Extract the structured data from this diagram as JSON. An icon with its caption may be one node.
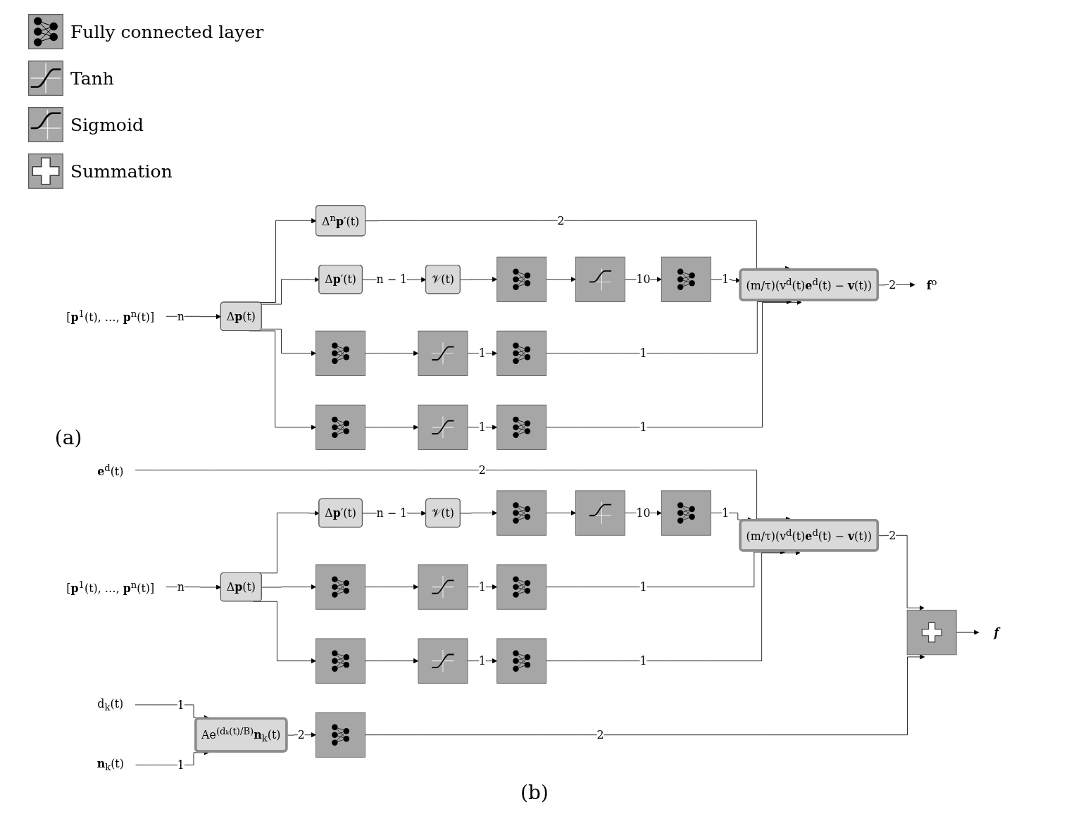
{
  "diagram": {
    "nodes": [
      {
        "text": [
          "Δ$^{n}$**p**′(t)"
        ]
      },
      {
        "text": [
          "[**p**$^{1}$(t), …, **p**$^{n}$(t)]"
        ]
      },
      {
        "text": [
          "Δ**p**(t)"
        ]
      },
      {
        "text": [
          "Δ**p**′(t)"
        ]
      },
      {
        "text": [
          "𝒱(t)"
        ]
      },
      {
        "text": [],
        "shape": "picture"
      },
      {
        "text": [],
        "shape": "picture"
      },
      {
        "text": [],
        "shape": "picture"
      },
      {
        "text": [
          "(m/τ)(v$^{d}$(t)**e**$^{d}$(t) − **v**(t))"
        ]
      },
      {
        "text": [
          "**f**$^{o}$"
        ]
      },
      {
        "text": [],
        "shape": "picture"
      },
      {
        "text": [],
        "shape": "picture"
      },
      {
        "text": [],
        "shape": "picture"
      },
      {
        "text": [],
        "shape": "picture"
      },
      {
        "text": [],
        "shape": "picture"
      },
      {
        "text": [],
        "shape": "picture"
      },
      {
        "text": [
          "**e**$^{d}$(t)"
        ]
      },
      {
        "text": [
          "[**p**$^{1}$(t), …, **p**$^{n}$(t)]"
        ]
      },
      {
        "text": [
          "Δ**p**(t)"
        ]
      },
      {
        "text": [
          "Δ**p**′(t)"
        ]
      },
      {
        "text": [
          "𝒱(t)"
        ]
      },
      {
        "text": [],
        "shape": "picture"
      },
      {
        "text": [],
        "shape": "picture"
      },
      {
        "text": [],
        "shape": "picture"
      },
      {
        "text": [
          "(m/τ)(v$^{d}$(t)**e**$^{d}$(t) − **v**(t))"
        ]
      },
      {
        "text": [],
        "shape": "picture"
      },
      {
        "text": [
          "f"
        ]
      },
      {
        "text": [],
        "shape": "picture"
      },
      {
        "text": [],
        "shape": "picture"
      },
      {
        "text": [],
        "shape": "picture"
      },
      {
        "text": [],
        "shape": "picture"
      },
      {
        "text": [],
        "shape": "picture"
      },
      {
        "text": [],
        "shape": "picture"
      },
      {
        "text": [
          "d$_{k}$(t)"
        ]
      },
      {
        "text": [
          "**n**$_{k}$(t)"
        ]
      },
      {
        "text": [
          "Ae$^{(dₖ(t)/B)}$**n**$_{k}$(t)"
        ]
      },
      {
        "text": [],
        "shape": "picture"
      }
    ],
    "edges": [
      {
        "from": 1,
        "to": 2,
        "arrow": "to",
        "label": "n"
      },
      {
        "from": 2,
        "to": 0,
        "arrow": "to"
      },
      {
        "from": 0,
        "to": 8,
        "arrow": "to",
        "label": "2"
      },
      {
        "from": 2,
        "to": 3,
        "arrow": "to"
      },
      {
        "from": 3,
        "to": 4,
        "arrow": "to",
        "label": "n − 1"
      },
      {
        "from": 4,
        "to": 5,
        "arrow": "to"
      },
      {
        "from": 5,
        "to": 6,
        "arrow": "to"
      },
      {
        "from": 6,
        "to": 7,
        "arrow": "to",
        "label": "10"
      },
      {
        "from": 7,
        "to": 8,
        "arrow": "to",
        "label": "1"
      },
      {
        "from": 8,
        "to": 9,
        "arrow": "to",
        "label": "2"
      },
      {
        "from": 2,
        "to": 10,
        "arrow": "to"
      },
      {
        "from": 10,
        "to": 11,
        "arrow": "to"
      },
      {
        "from": 11,
        "to": 12,
        "arrow": "to",
        "label": "1"
      },
      {
        "from": 12,
        "to": 8,
        "arrow": "to",
        "label": "1"
      },
      {
        "from": 2,
        "to": 13,
        "arrow": "to"
      },
      {
        "from": 13,
        "to": 14,
        "arrow": "to"
      },
      {
        "from": 14,
        "to": 15,
        "arrow": "to",
        "label": "1"
      },
      {
        "from": 15,
        "to": 8,
        "arrow": "to",
        "label": "1"
      },
      {
        "from": 16,
        "to": 24,
        "arrow": "to",
        "label": "2"
      },
      {
        "from": 17,
        "to": 18,
        "arrow": "to",
        "label": "n"
      },
      {
        "from": 18,
        "to": 19,
        "arrow": "to"
      },
      {
        "from": 19,
        "to": 20,
        "arrow": "to",
        "label": "n − 1"
      },
      {
        "from": 20,
        "to": 21,
        "arrow": "to"
      },
      {
        "from": 21,
        "to": 22,
        "arrow": "to"
      },
      {
        "from": 22,
        "to": 23,
        "arrow": "to",
        "label": "10"
      },
      {
        "from": 23,
        "to": 24,
        "arrow": "to",
        "label": "1"
      },
      {
        "from": 24,
        "to": 25,
        "arrow": "to",
        "label": "2"
      },
      {
        "from": 25,
        "to": 26,
        "arrow": "to"
      },
      {
        "from": 18,
        "to": 27,
        "arrow": "to"
      },
      {
        "from": 27,
        "to": 28,
        "arrow": "to"
      },
      {
        "from": 28,
        "to": 29,
        "arrow": "to",
        "label": "1"
      },
      {
        "from": 29,
        "to": 24,
        "arrow": "to",
        "label": "1"
      },
      {
        "from": 18,
        "to": 30,
        "arrow": "to"
      },
      {
        "from": 30,
        "to": 31,
        "arrow": "to"
      },
      {
        "from": 31,
        "to": 32,
        "arrow": "to",
        "label": "1"
      },
      {
        "from": 32,
        "to": 24,
        "arrow": "to",
        "label": "1"
      },
      {
        "from": 33,
        "to": 35,
        "arrow": "to",
        "label": "1"
      },
      {
        "from": 34,
        "to": 35,
        "arrow": "to",
        "label": "1"
      },
      {
        "from": 35,
        "to": 36,
        "arrow": "to",
        "label": "2"
      },
      {
        "from": 36,
        "to": 25,
        "arrow": "to",
        "label": "2"
      }
    ],
    "labels": [
      "(a)",
      "(b)"
    ],
    "legend": [
      {
        "text": "Fully connected layer"
      },
      {
        "text": "Tanh"
      },
      {
        "text": "Sigmoid"
      },
      {
        "text": "Summation"
      }
    ]
  }
}
